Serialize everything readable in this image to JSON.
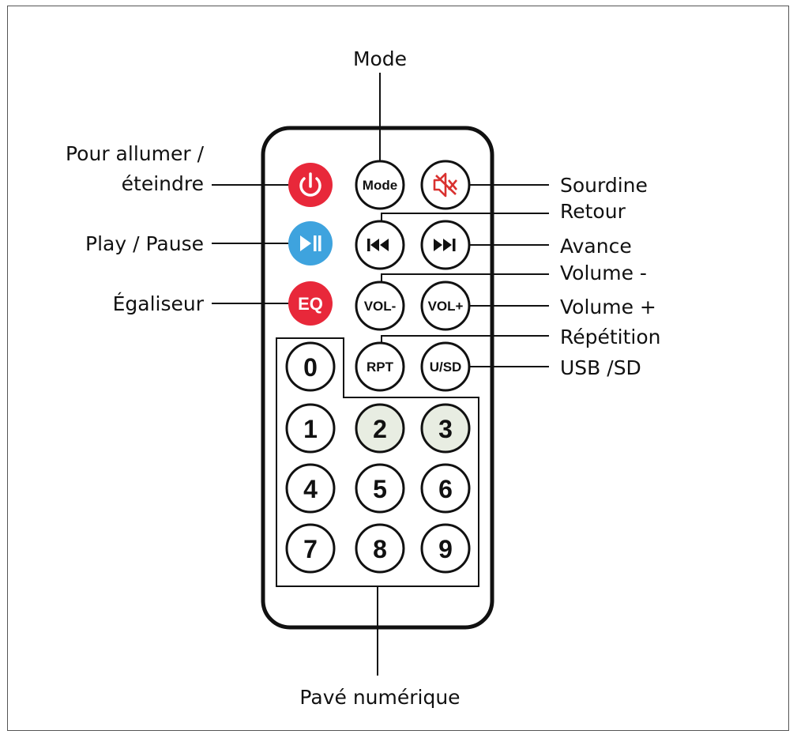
{
  "labels": {
    "mode": "Mode",
    "power_line1": "Pour allumer /",
    "power_line2": "éteindre",
    "play_pause": "Play / Pause",
    "equalizer": "Égaliseur",
    "mute": "Sourdine",
    "prev": "Retour",
    "next": "Avance",
    "vol_down": "Volume -",
    "vol_up": "Volume +",
    "repeat": "Répétition",
    "source": "USB /SD",
    "keypad": "Pavé numérique"
  },
  "buttons": {
    "mode": "Mode",
    "eq": "EQ",
    "vol_down": "VOL-",
    "vol_up": "VOL+",
    "repeat": "RPT",
    "source": "U/SD"
  },
  "keypad_digits": [
    "0",
    "1",
    "2",
    "3",
    "4",
    "5",
    "6",
    "7",
    "8",
    "9"
  ],
  "colors": {
    "power": "#e8283a",
    "play": "#3ea3de",
    "eq": "#e8283a",
    "mute_icon": "#d9312f",
    "shaded_key": "#e8ede2"
  },
  "icons": {
    "power": "power-icon",
    "play_pause": "play-pause-icon",
    "mute": "speaker-mute-icon",
    "prev": "skip-back-icon",
    "next": "skip-forward-icon"
  }
}
